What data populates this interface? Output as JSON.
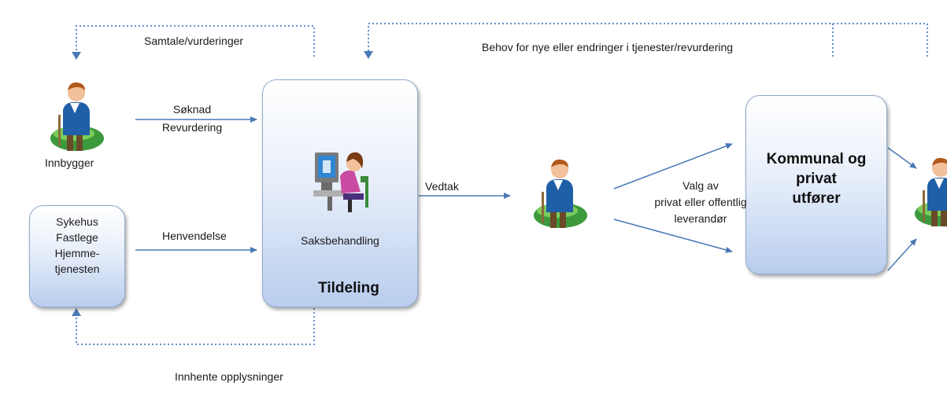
{
  "labels": {
    "samtale": "Samtale/vurderinger",
    "behov": "Behov for nye eller endringer i tjenester/revurdering",
    "soknad": "Søknad",
    "revurdering": "Revurdering",
    "innbygger": "Innbygger",
    "henvendelse": "Henvendelse",
    "vedtak": "Vedtak",
    "valg_line1": "Valg av",
    "valg_line2": "privat eller offentlig",
    "valg_line3": "leverandør",
    "innhente": "Innhente opplysninger"
  },
  "boxes": {
    "sykehus_lines": [
      "Sykehus",
      "Fastlege",
      "Hjemme-",
      "tjenesten"
    ],
    "saksbehandling": "Saksbehandling",
    "tildeling": "Tildeling",
    "utforer_lines": [
      "Kommunal og",
      "privat",
      "utfører"
    ]
  },
  "colors": {
    "arrow": "#4a7ab5",
    "dotted": "#5b8fd0",
    "box_border": "#8fa9cf"
  },
  "icons": [
    "person-icon",
    "computer-worker-icon"
  ]
}
